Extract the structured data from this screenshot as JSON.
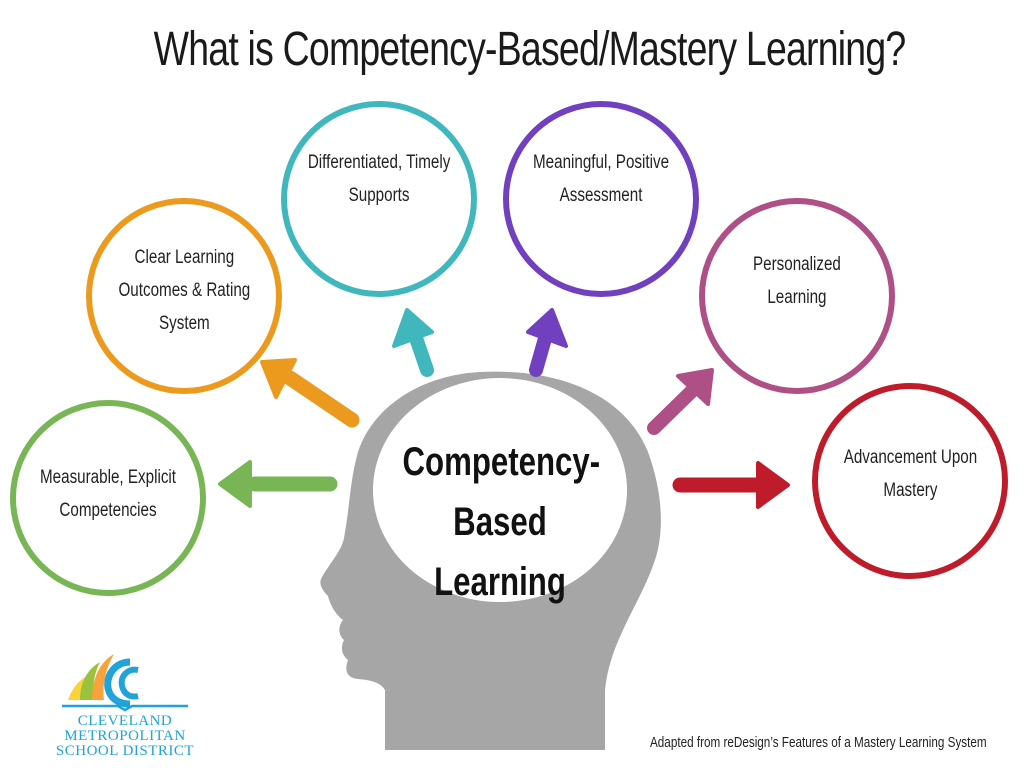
{
  "title": "What is Competency-Based/Mastery Learning?",
  "center": {
    "label": "Competency-\nBased Learning",
    "head_color": "#a6a6a6"
  },
  "nodes": [
    {
      "id": "measurable",
      "label": "Measurable, Explicit\nCompetencies",
      "color": "#78b554"
    },
    {
      "id": "clear-outcomes",
      "label": "Clear Learning\nOutcomes & Rating\nSystem",
      "color": "#ec9a1e"
    },
    {
      "id": "differentiated",
      "label": "Differentiated, Timely\nSupports",
      "color": "#40b6bd"
    },
    {
      "id": "assessment",
      "label": "Meaningful, Positive\nAssessment",
      "color": "#7040bf"
    },
    {
      "id": "personalized",
      "label": "Personalized\nLearning",
      "color": "#ae4f86"
    },
    {
      "id": "advancement",
      "label": "Advancement Upon\nMastery",
      "color": "#be1c2a"
    }
  ],
  "logo": {
    "line1": "CLEVELAND",
    "line2": "METROPOLITAN",
    "line3": "SCHOOL DISTRICT",
    "colors": {
      "blue": "#1fa3d8",
      "orange": "#f7a23c",
      "green": "#9ac23c",
      "yellow": "#f8d43a"
    }
  },
  "credit": "Adapted from reDesign’s Features of a Mastery Learning System"
}
